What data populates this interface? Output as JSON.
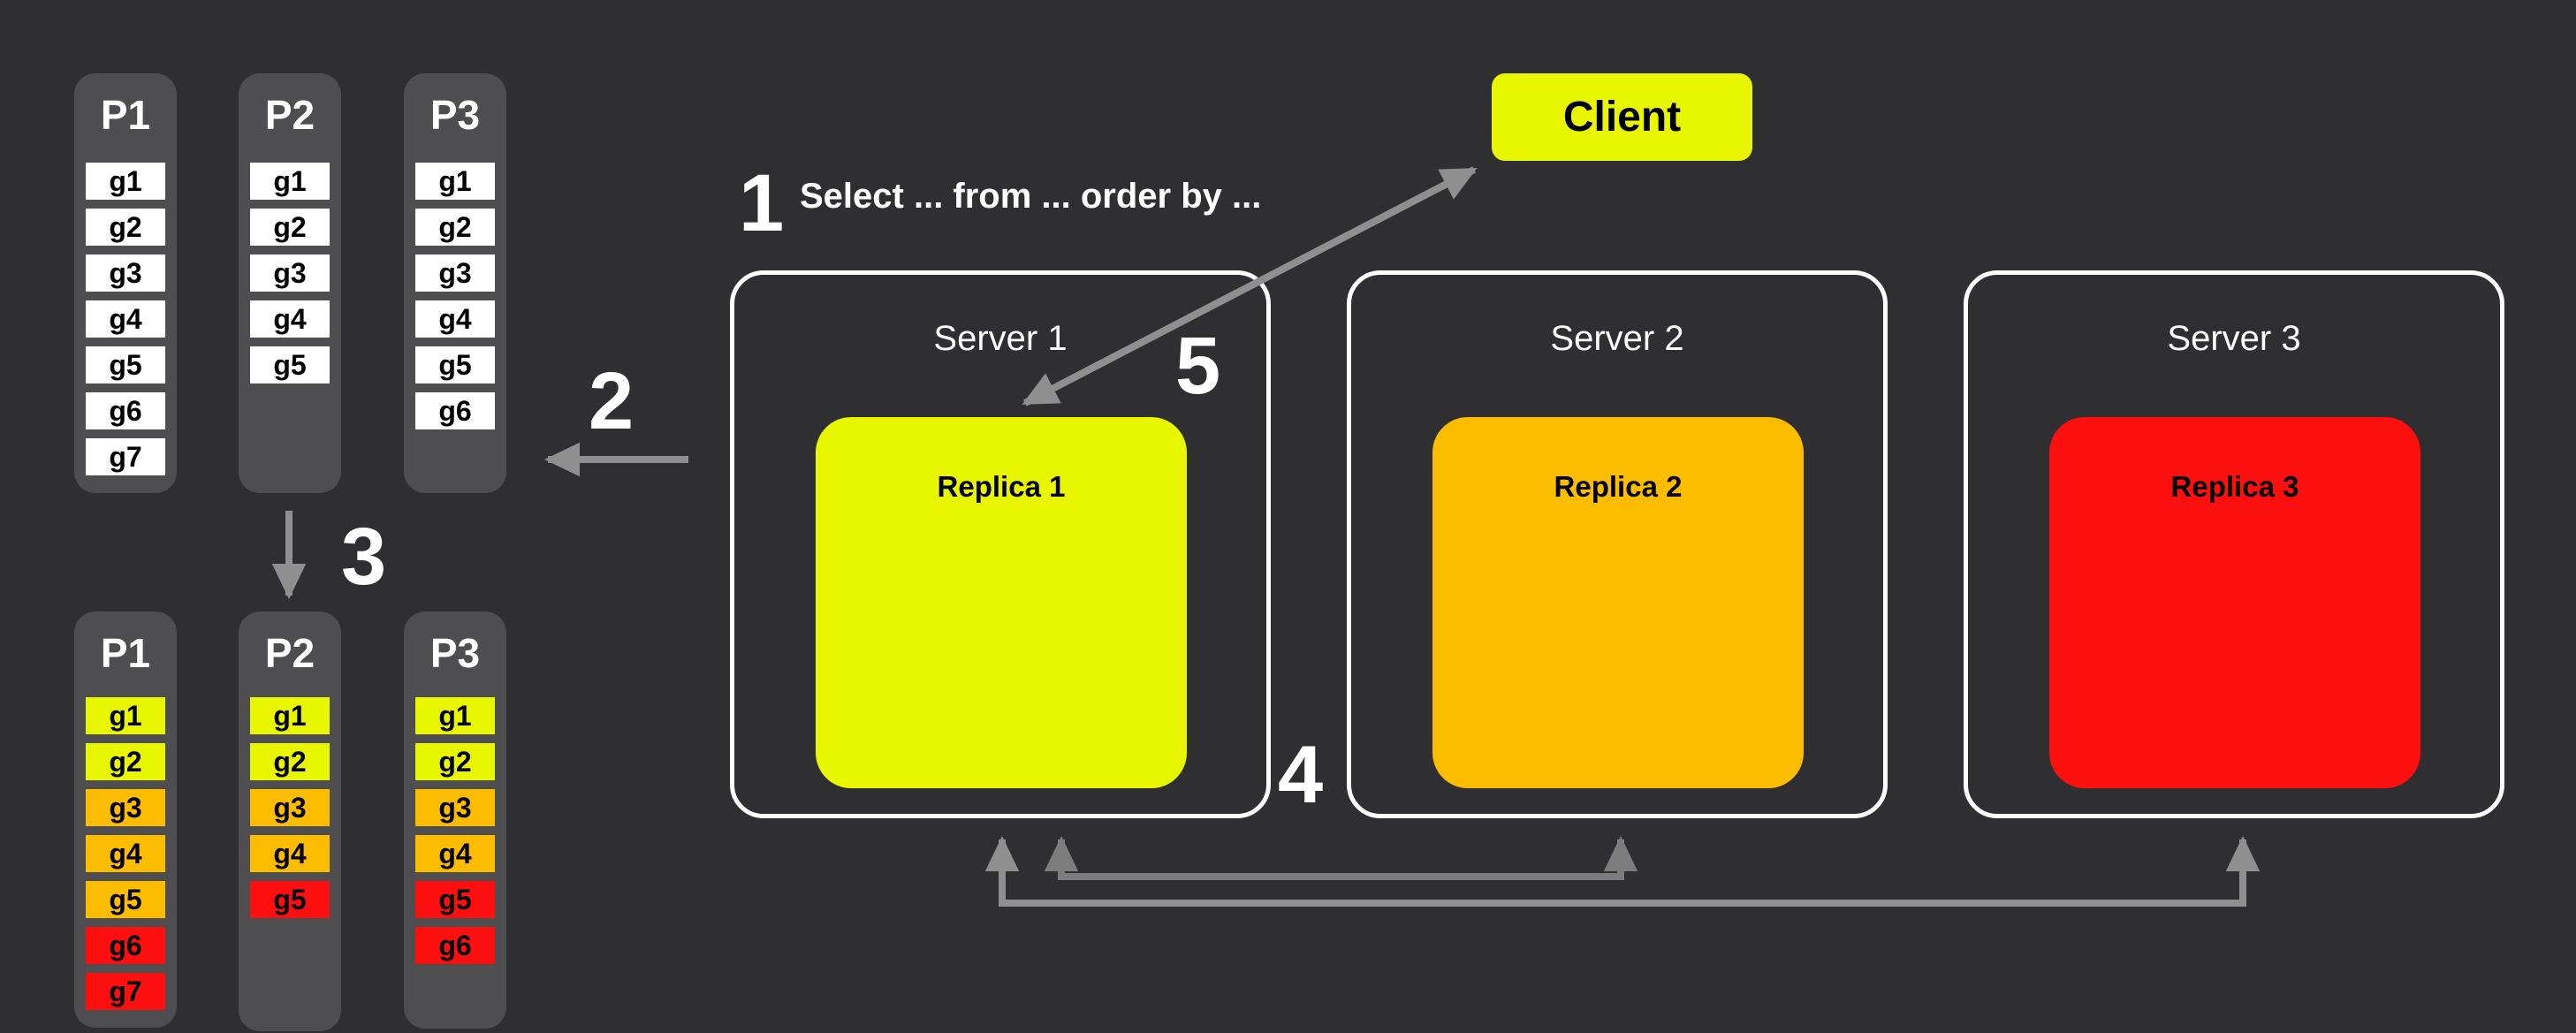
{
  "colors": {
    "background": "#2f2f31",
    "column_bg": "#4e4e50",
    "cell_white": "#ffffff",
    "yellow": "#e9f602",
    "orange": "#fcbd00",
    "red": "#fc0f0f",
    "arrow": "#8f8f8f",
    "arrow_dark": "#7d7d7d"
  },
  "steps": {
    "s1": "1",
    "s2": "2",
    "s3": "3",
    "s4": "4",
    "s5": "5"
  },
  "query_text": "Select ... from ... order by ...",
  "client": {
    "label": "Client"
  },
  "groups": {
    "top": [
      {
        "name": "P1",
        "cells": [
          {
            "label": "g1",
            "color": "white"
          },
          {
            "label": "g2",
            "color": "white"
          },
          {
            "label": "g3",
            "color": "white"
          },
          {
            "label": "g4",
            "color": "white"
          },
          {
            "label": "g5",
            "color": "white"
          },
          {
            "label": "g6",
            "color": "white"
          },
          {
            "label": "g7",
            "color": "white"
          }
        ]
      },
      {
        "name": "P2",
        "cells": [
          {
            "label": "g1",
            "color": "white"
          },
          {
            "label": "g2",
            "color": "white"
          },
          {
            "label": "g3",
            "color": "white"
          },
          {
            "label": "g4",
            "color": "white"
          },
          {
            "label": "g5",
            "color": "white"
          }
        ]
      },
      {
        "name": "P3",
        "cells": [
          {
            "label": "g1",
            "color": "white"
          },
          {
            "label": "g2",
            "color": "white"
          },
          {
            "label": "g3",
            "color": "white"
          },
          {
            "label": "g4",
            "color": "white"
          },
          {
            "label": "g5",
            "color": "white"
          },
          {
            "label": "g6",
            "color": "white"
          }
        ]
      }
    ],
    "bottom": [
      {
        "name": "P1",
        "cells": [
          {
            "label": "g1",
            "color": "yellow"
          },
          {
            "label": "g2",
            "color": "yellow"
          },
          {
            "label": "g3",
            "color": "orange"
          },
          {
            "label": "g4",
            "color": "orange"
          },
          {
            "label": "g5",
            "color": "orange"
          },
          {
            "label": "g6",
            "color": "red"
          },
          {
            "label": "g7",
            "color": "red"
          }
        ]
      },
      {
        "name": "P2",
        "cells": [
          {
            "label": "g1",
            "color": "yellow"
          },
          {
            "label": "g2",
            "color": "yellow"
          },
          {
            "label": "g3",
            "color": "orange"
          },
          {
            "label": "g4",
            "color": "orange"
          },
          {
            "label": "g5",
            "color": "red"
          }
        ]
      },
      {
        "name": "P3",
        "cells": [
          {
            "label": "g1",
            "color": "yellow"
          },
          {
            "label": "g2",
            "color": "yellow"
          },
          {
            "label": "g3",
            "color": "orange"
          },
          {
            "label": "g4",
            "color": "orange"
          },
          {
            "label": "g5",
            "color": "red"
          },
          {
            "label": "g6",
            "color": "red"
          }
        ]
      }
    ]
  },
  "servers": [
    {
      "name": "Server 1",
      "replica": {
        "label": "Replica 1",
        "color": "yellow"
      }
    },
    {
      "name": "Server 2",
      "replica": {
        "label": "Replica 2",
        "color": "orange"
      }
    },
    {
      "name": "Server 3",
      "replica": {
        "label": "Replica 3",
        "color": "red"
      }
    }
  ]
}
